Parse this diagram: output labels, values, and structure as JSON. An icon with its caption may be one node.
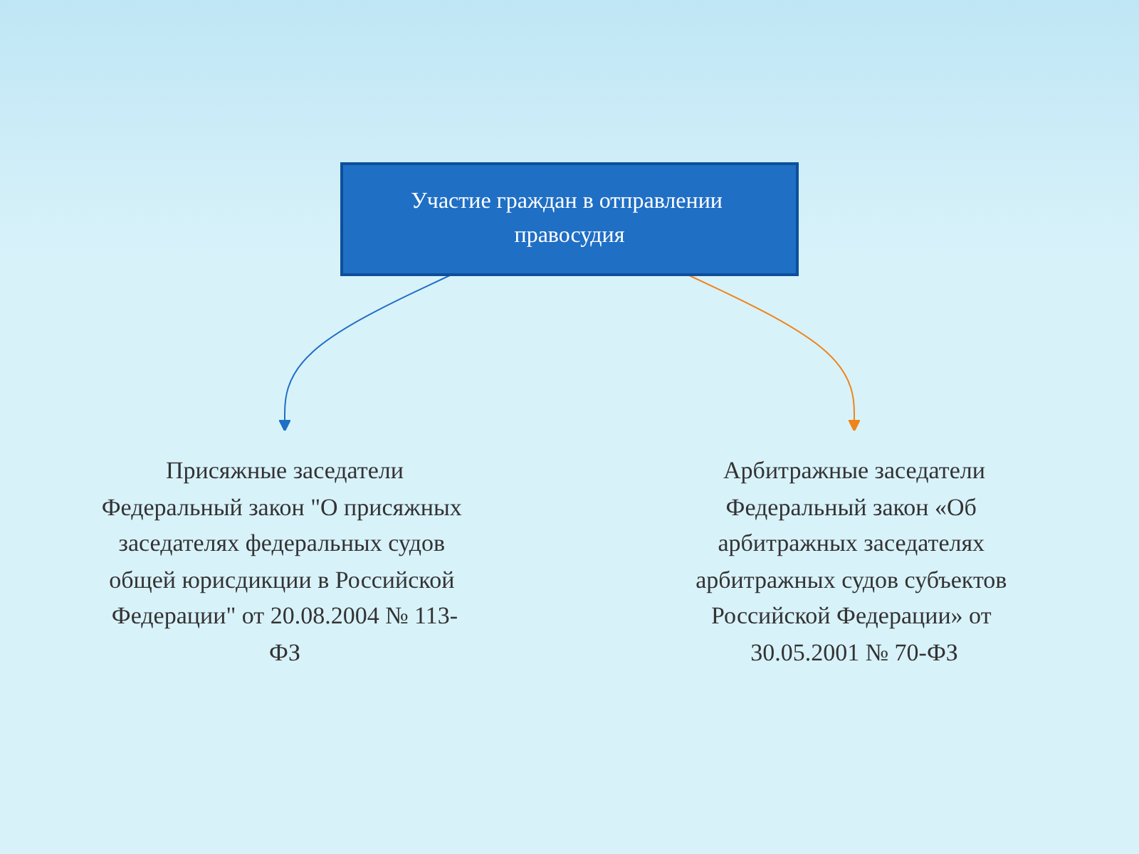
{
  "diagram": {
    "nodes": [
      {
        "text": [
          "Участие граждан в отправлении правосудия"
        ]
      },
      {
        "text": [
          "Присяжные заседатели",
          "Федеральный закон \"О присяжных заседателях федеральных судов общей юрисдикции в Российской Федерации\" от 20.08.2004 № 113-ФЗ"
        ]
      },
      {
        "text": [
          "Арбитражные заседатели",
          "Федеральный закон «Об арбитражных заседателях арбитражных судов субъектов Российской Федерации» от 30.05.2001 № 70-ФЗ"
        ]
      }
    ],
    "edges": [
      {
        "from": 0,
        "to": 1,
        "arrow": "to",
        "color": "#1f6fc5"
      },
      {
        "from": 0,
        "to": 2,
        "arrow": "to",
        "color": "#ef8419"
      }
    ]
  }
}
